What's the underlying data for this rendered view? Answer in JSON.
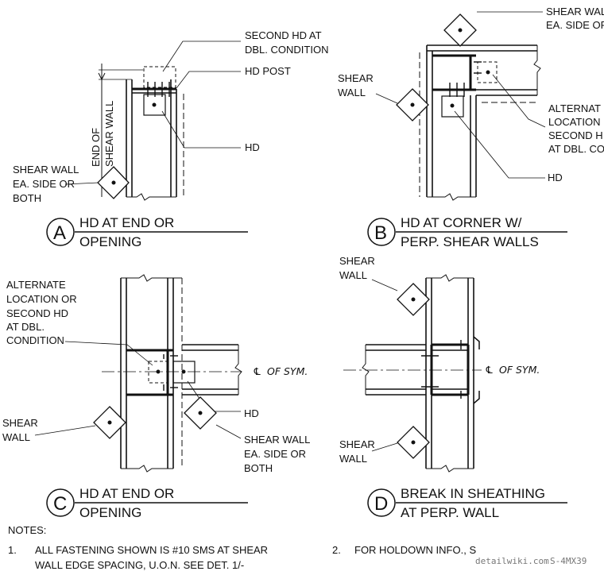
{
  "details": {
    "A": {
      "letter": "A",
      "title_1": "HD AT END OR",
      "title_2": "OPENING",
      "second_hd_1": "SECOND HD AT",
      "second_hd_2": "DBL. CONDITION",
      "hd_post": "HD POST",
      "hd": "HD",
      "end_1": "END OF",
      "end_2": "SHEAR WALL",
      "sw_1": "SHEAR WALL",
      "sw_2": "EA. SIDE OR",
      "sw_3": "BOTH"
    },
    "B": {
      "letter": "B",
      "title_1": "HD AT CORNER W/",
      "title_2": "PERP. SHEAR WALLS",
      "top_1": "SHEAR WAL",
      "top_2": "EA. SIDE OF",
      "shear_1": "SHEAR",
      "shear_2": "WALL",
      "alt_1": "ALTERNAT",
      "alt_2": "LOCATION",
      "alt_3": "SECOND H",
      "alt_4": "AT DBL. CO",
      "hd": "HD"
    },
    "C": {
      "letter": "C",
      "title_1": "HD AT END OR",
      "title_2": "OPENING",
      "alt_1": "ALTERNATE",
      "alt_2": "LOCATION OR",
      "alt_3": "SECOND HD",
      "alt_4": "AT DBL.",
      "alt_5": "CONDITION",
      "sym": "OF SYM.",
      "hd": "HD",
      "shear_1": "SHEAR",
      "shear_2": "WALL",
      "sw_1": "SHEAR WALL",
      "sw_2": "EA. SIDE OR",
      "sw_3": "BOTH"
    },
    "D": {
      "letter": "D",
      "title_1": "BREAK IN SHEATHING",
      "title_2": "AT PERP. WALL",
      "shear_top_1": "SHEAR",
      "shear_top_2": "WALL",
      "sym": "OF SYM.",
      "shear_bot_1": "SHEAR",
      "shear_bot_2": "WALL"
    }
  },
  "notes": {
    "heading": "NOTES:",
    "n1_num": "1.",
    "n1_line1": "ALL FASTENING SHOWN IS #10 SMS AT SHEAR",
    "n1_line2": "WALL EDGE SPACING, U.O.N. SEE DET. 1/-",
    "n2_num": "2.",
    "n2_text": "FOR HOLDOWN INFO., S"
  },
  "watermark": {
    "site": "detailwiki.com",
    "code": "S-4MX39"
  },
  "centerline_symbol": "℄"
}
